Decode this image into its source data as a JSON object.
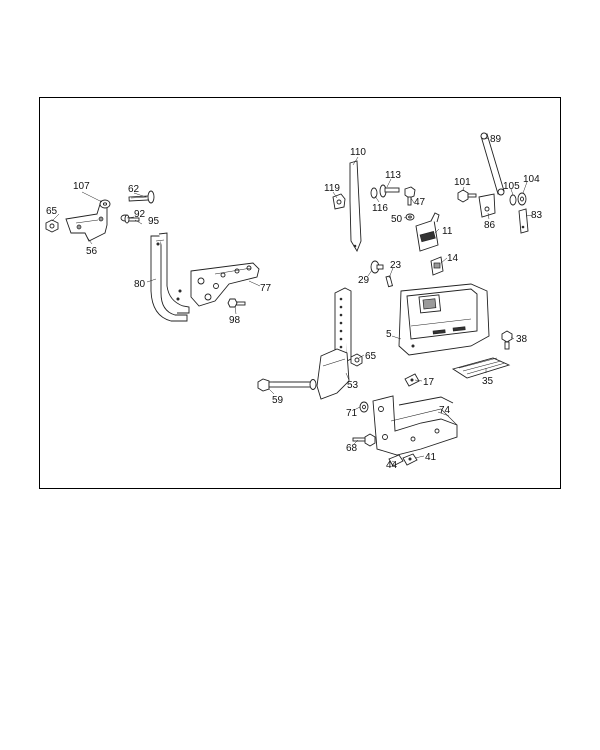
{
  "diagram": {
    "part_numbers": [
      {
        "key": "n107",
        "text": "107"
      },
      {
        "key": "n62",
        "text": "62"
      },
      {
        "key": "n65a",
        "text": "65"
      },
      {
        "key": "n92",
        "text": "92"
      },
      {
        "key": "n95",
        "text": "95"
      },
      {
        "key": "n56",
        "text": "56"
      },
      {
        "key": "n80",
        "text": "80"
      },
      {
        "key": "n77",
        "text": "77"
      },
      {
        "key": "n98",
        "text": "98"
      },
      {
        "key": "n110",
        "text": "110"
      },
      {
        "key": "n119",
        "text": "119"
      },
      {
        "key": "n113",
        "text": "113"
      },
      {
        "key": "n116",
        "text": "116"
      },
      {
        "key": "n47",
        "text": "47"
      },
      {
        "key": "n50",
        "text": "50"
      },
      {
        "key": "n11",
        "text": "11"
      },
      {
        "key": "n89",
        "text": "89"
      },
      {
        "key": "n101",
        "text": "101"
      },
      {
        "key": "n105",
        "text": "105"
      },
      {
        "key": "n104",
        "text": "104"
      },
      {
        "key": "n86",
        "text": "86"
      },
      {
        "key": "n83",
        "text": "83"
      },
      {
        "key": "n29",
        "text": "29"
      },
      {
        "key": "n23",
        "text": "23"
      },
      {
        "key": "n14",
        "text": "14"
      },
      {
        "key": "n5",
        "text": "5"
      },
      {
        "key": "n38",
        "text": "38"
      },
      {
        "key": "n65b",
        "text": "65"
      },
      {
        "key": "n53",
        "text": "53"
      },
      {
        "key": "n59",
        "text": "59"
      },
      {
        "key": "n17",
        "text": "17"
      },
      {
        "key": "n35",
        "text": "35"
      },
      {
        "key": "n71",
        "text": "71"
      },
      {
        "key": "n74",
        "text": "74"
      },
      {
        "key": "n68",
        "text": "68"
      },
      {
        "key": "n44",
        "text": "44"
      },
      {
        "key": "n41",
        "text": "41"
      }
    ]
  }
}
